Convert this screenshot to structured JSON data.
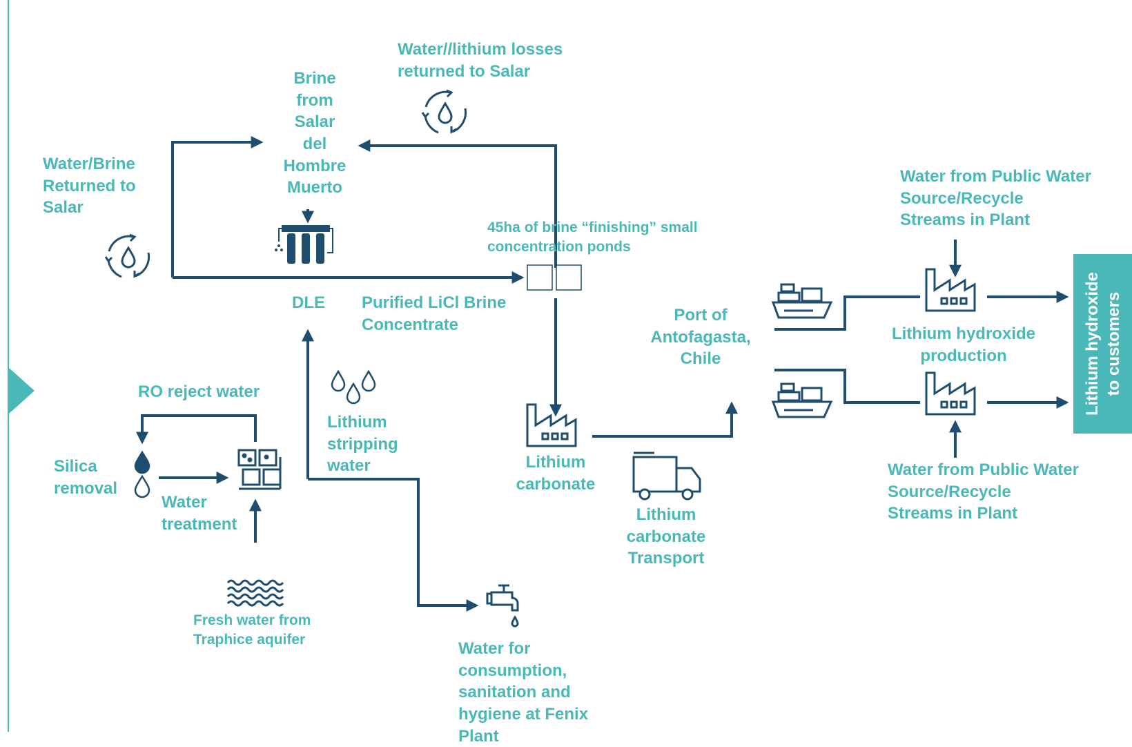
{
  "labels": {
    "brine_source": "Brine\nfrom\nSalar\ndel\nHombre\nMuerto",
    "water_lithium_losses": "Water//lithium losses\nreturned to Salar",
    "water_brine_returned": "Water/Brine\nReturned to\nSalar",
    "finishing_ponds": "45ha of brine “finishing” small\nconcentration ponds",
    "dle": "DLE",
    "purified_licl": "Purified LiCl Brine\nConcentrate",
    "ro_reject": "RO reject water",
    "silica_removal": "Silica\nremoval",
    "water_treatment": "Water\ntreatment",
    "lithium_stripping": "Lithium\nstripping\nwater",
    "fresh_water": "Fresh water from\nTraphice aquifer",
    "water_consumption": "Water for\nconsumption,\nsanitation and\nhygiene at Fenix\nPlant",
    "lithium_carbonate": "Lithium\ncarbonate",
    "carbonate_transport": "Lithium\ncarbonate\nTransport",
    "port": "Port of\nAntofagasta,\nChile",
    "hydroxide_production": "Lithium hydroxide\nproduction",
    "public_water_top": "Water from Public Water\nSource/Recycle\nStreams in Plant",
    "public_water_bottom": "Water from Public Water\nSource/Recycle\nStreams in Plant",
    "customers": "Lithium hydroxide\nto customers"
  },
  "colors": {
    "teal": "#4ab7b9",
    "navy": "#1e4d6e"
  },
  "icons": [
    "recycle-water-icon",
    "filter-unit-icon",
    "evaporation-pond-icon",
    "factory-icon",
    "truck-icon",
    "cargo-ship-icon",
    "water-droplets-icon",
    "water-waves-icon",
    "faucet-icon",
    "treatment-plant-icon"
  ]
}
